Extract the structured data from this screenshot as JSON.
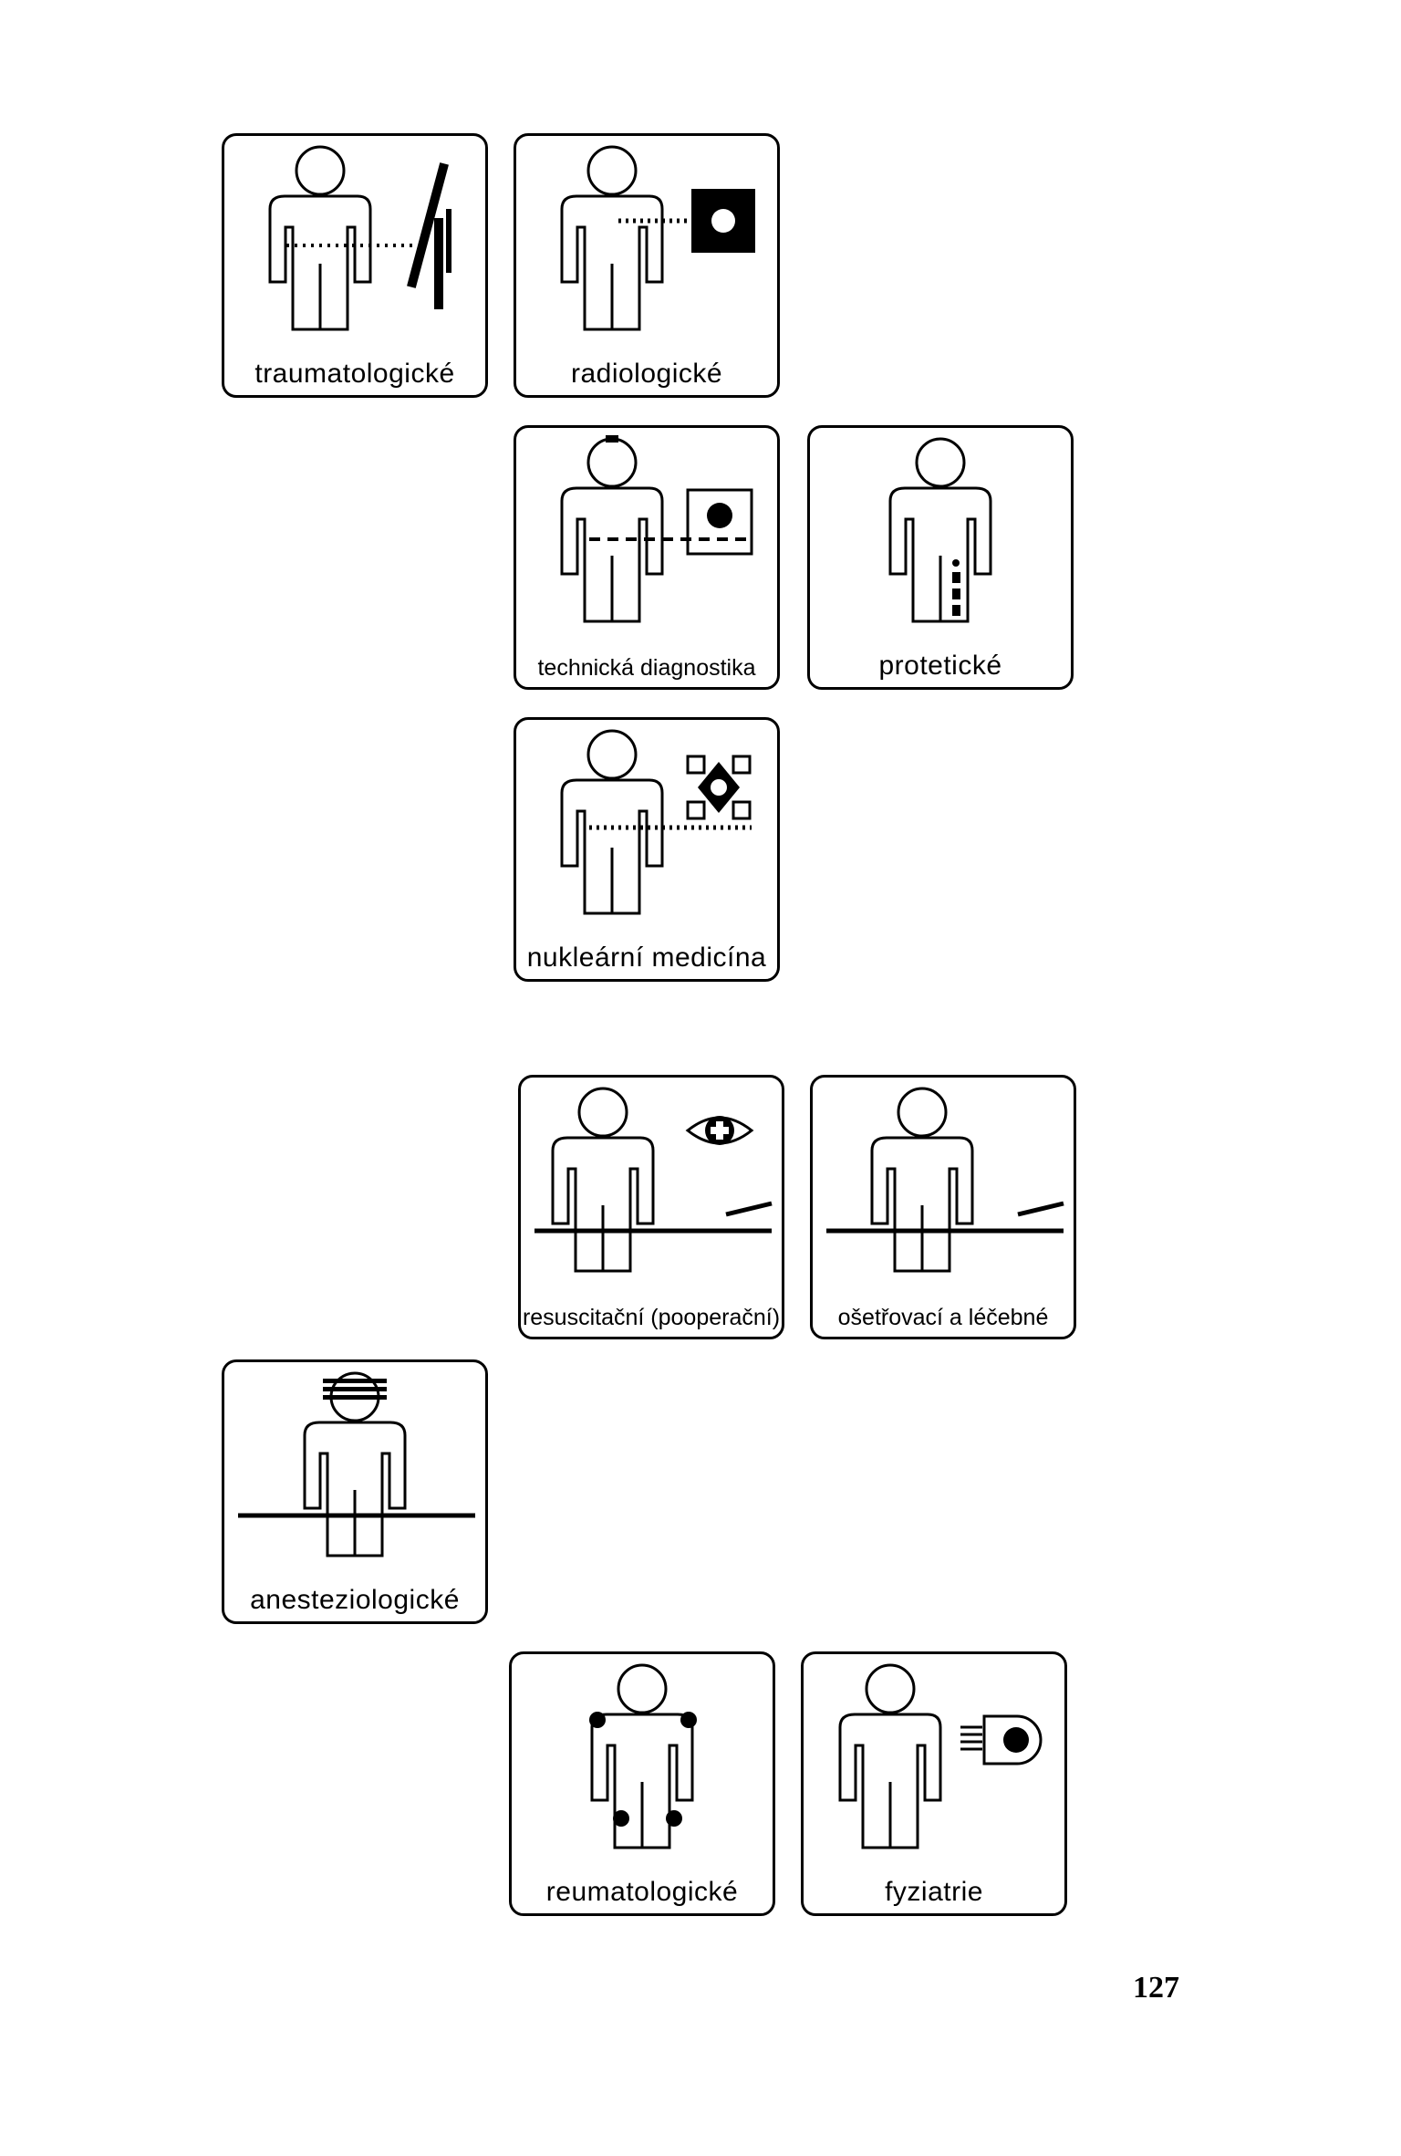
{
  "pictograms": {
    "traumatologicke": {
      "label": "traumatologické",
      "icon": "splint-icon"
    },
    "radiologicke": {
      "label": "radiologické",
      "icon": "x-ray-source-icon"
    },
    "technicka_diagnostika": {
      "label": "technická diagnostika",
      "icon": "diagnostic-monitor-icon"
    },
    "proteticke": {
      "label": "protetické",
      "icon": "prosthesis-icon"
    },
    "nuklearni_medicina": {
      "label": "nukleární medicína",
      "icon": "radionuclide-icon"
    },
    "resuscitacni": {
      "label": "resuscitační (pooperační)",
      "icon": "eye-cross-icon"
    },
    "osetrovaci": {
      "label": "ošetřovací a léčebné",
      "icon": "bed-icon"
    },
    "anesteziologicke": {
      "label": "anesteziologické",
      "icon": "anesthesia-icon"
    },
    "reumatologicke": {
      "label": "reumatologické",
      "icon": "joint-dots-icon"
    },
    "fyziatrie": {
      "label": "fyziatrie",
      "icon": "lamp-icon"
    }
  },
  "page_number": "127"
}
